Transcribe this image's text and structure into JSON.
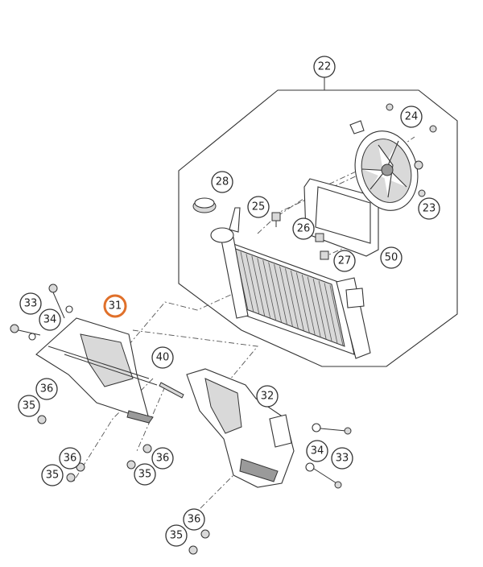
{
  "colors": {
    "highlight": "#e0702a",
    "line": "#333333",
    "fill": "#d9d9d9"
  },
  "callouts": [
    {
      "id": "c22",
      "label": "22"
    },
    {
      "id": "c24",
      "label": "24"
    },
    {
      "id": "c28",
      "label": "28"
    },
    {
      "id": "c25",
      "label": "25"
    },
    {
      "id": "c23",
      "label": "23"
    },
    {
      "id": "c26",
      "label": "26"
    },
    {
      "id": "c27",
      "label": "27"
    },
    {
      "id": "c50",
      "label": "50"
    },
    {
      "id": "c33a",
      "label": "33"
    },
    {
      "id": "c34a",
      "label": "34"
    },
    {
      "id": "c31",
      "label": "31",
      "highlighted": true
    },
    {
      "id": "c40",
      "label": "40"
    },
    {
      "id": "c36a",
      "label": "36"
    },
    {
      "id": "c35a",
      "label": "35"
    },
    {
      "id": "c32",
      "label": "32"
    },
    {
      "id": "c34b",
      "label": "34"
    },
    {
      "id": "c33b",
      "label": "33"
    },
    {
      "id": "c36b",
      "label": "36"
    },
    {
      "id": "c35b",
      "label": "35"
    },
    {
      "id": "c36c",
      "label": "36"
    },
    {
      "id": "c35c",
      "label": "35"
    },
    {
      "id": "c36d",
      "label": "36"
    },
    {
      "id": "c35d",
      "label": "35"
    }
  ]
}
